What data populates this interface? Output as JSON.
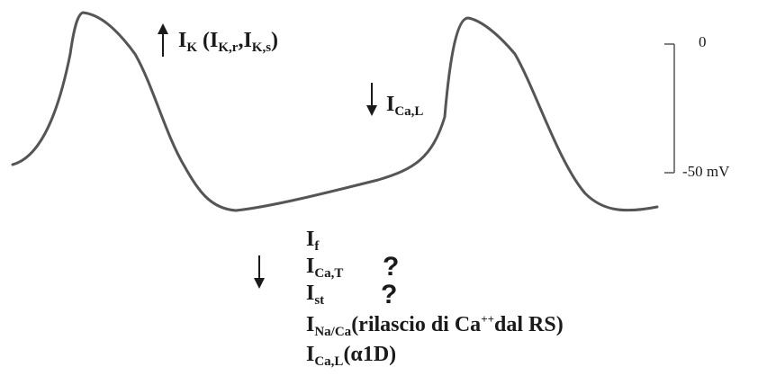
{
  "labels": {
    "ik": {
      "main": "I",
      "sub": "K",
      "paren_open": " (I",
      "sub1": "K,r",
      "comma": ",I",
      "sub2": "K,s",
      "paren_close": ")"
    },
    "ical_top": {
      "main": "I",
      "sub": "Ca,L"
    },
    "if": {
      "main": "I",
      "sub": "f"
    },
    "icat": {
      "main": "I",
      "sub": "Ca,T"
    },
    "ist": {
      "main": "I",
      "sub": "st"
    },
    "inaca": {
      "main": "I",
      "sub": "Na/Ca",
      "text1": "(rilascio di Ca",
      "sup": "++",
      "text2": "dal RS)"
    },
    "ical_bottom": {
      "main": "I",
      "sub": "Ca,L",
      "text": "(α1D)"
    }
  },
  "question_mark": "?",
  "scale": {
    "top_label": "0",
    "bottom_label": "-50 mV"
  },
  "colors": {
    "trace": "#555555",
    "ink": "#1a1a1a"
  }
}
